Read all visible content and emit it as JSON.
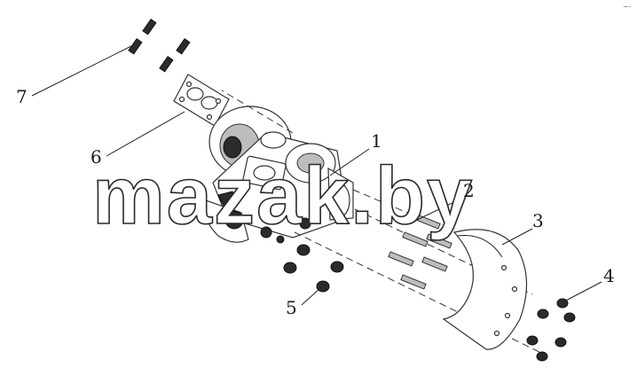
{
  "diagram": {
    "callouts": [
      "1",
      "2",
      "3",
      "4",
      "5",
      "6",
      "7"
    ],
    "watermark": "mazak.by",
    "corner_mark": "~-"
  }
}
